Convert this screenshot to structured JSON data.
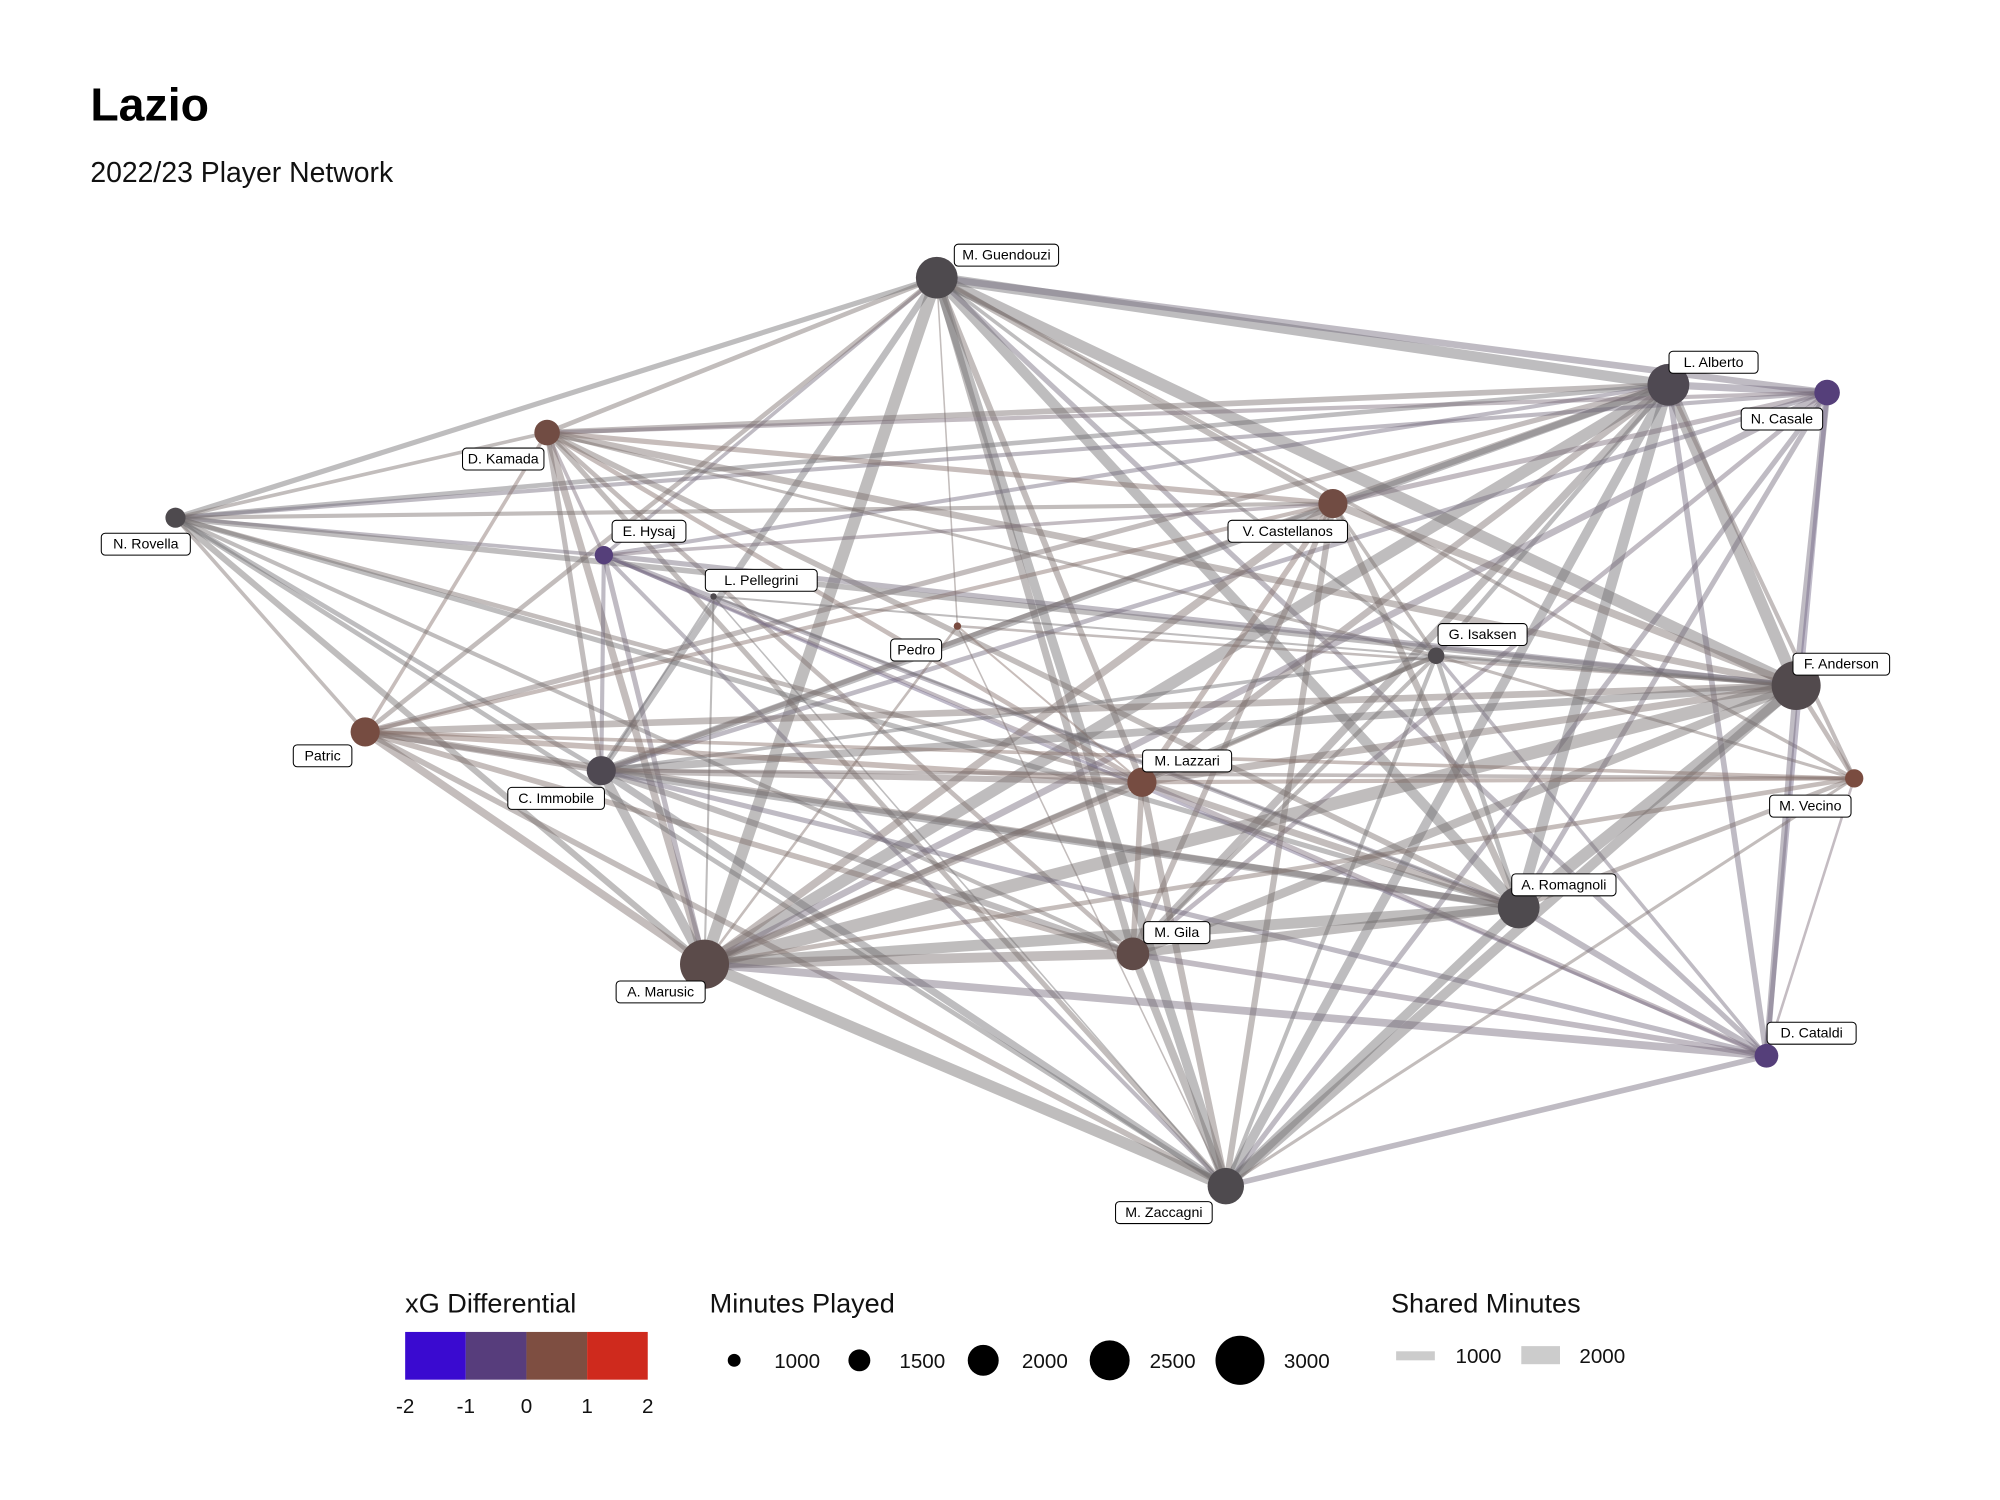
{
  "title": "Lazio",
  "subtitle": "2022/23 Player Network",
  "nodes": [
    {
      "name": "M. Guendouzi",
      "minutes": 2600,
      "xg_diff": 0.0
    },
    {
      "name": "L. Alberto",
      "minutes": 2600,
      "xg_diff": -0.1
    },
    {
      "name": "N. Casale",
      "minutes": 1700,
      "xg_diff": -1.0
    },
    {
      "name": "D. Kamada",
      "minutes": 1700,
      "xg_diff": 0.8
    },
    {
      "name": "N. Rovella",
      "minutes": 1400,
      "xg_diff": 0.0
    },
    {
      "name": "E. Hysaj",
      "minutes": 1300,
      "xg_diff": -1.0
    },
    {
      "name": "L. Pellegrini",
      "minutes": 400,
      "xg_diff": 0.0
    },
    {
      "name": "Pedro",
      "minutes": 700,
      "xg_diff": 1.0
    },
    {
      "name": "V. Castellanos",
      "minutes": 1900,
      "xg_diff": 0.8
    },
    {
      "name": "G. Isaksen",
      "minutes": 1200,
      "xg_diff": 0.0
    },
    {
      "name": "F. Anderson",
      "minutes": 3000,
      "xg_diff": 0.1
    },
    {
      "name": "Patric",
      "minutes": 1900,
      "xg_diff": 0.9
    },
    {
      "name": "C. Immobile",
      "minutes": 1900,
      "xg_diff": -0.1
    },
    {
      "name": "M. Lazzari",
      "minutes": 1900,
      "xg_diff": 0.9
    },
    {
      "name": "M. Vecino",
      "minutes": 1300,
      "xg_diff": 1.0
    },
    {
      "name": "A. Romagnoli",
      "minutes": 2600,
      "xg_diff": 0.0
    },
    {
      "name": "M. Gila",
      "minutes": 2100,
      "xg_diff": 0.4
    },
    {
      "name": "A. Marusic",
      "minutes": 3000,
      "xg_diff": 0.3
    },
    {
      "name": "D. Cataldi",
      "minutes": 1600,
      "xg_diff": -1.0
    },
    {
      "name": "M. Zaccagni",
      "minutes": 2300,
      "xg_diff": 0.0
    }
  ],
  "edges": [
    [
      0,
      1,
      2000
    ],
    [
      0,
      2,
      1300
    ],
    [
      0,
      3,
      900
    ],
    [
      0,
      4,
      1000
    ],
    [
      0,
      5,
      700
    ],
    [
      0,
      8,
      1200
    ],
    [
      0,
      10,
      2300
    ],
    [
      0,
      11,
      900
    ],
    [
      0,
      12,
      1300
    ],
    [
      0,
      13,
      1200
    ],
    [
      0,
      15,
      2000
    ],
    [
      0,
      16,
      1400
    ],
    [
      0,
      17,
      2300
    ],
    [
      0,
      18,
      1000
    ],
    [
      0,
      19,
      1800
    ],
    [
      0,
      9,
      700
    ],
    [
      0,
      14,
      700
    ],
    [
      0,
      7,
      300
    ],
    [
      1,
      2,
      1400
    ],
    [
      1,
      3,
      1100
    ],
    [
      1,
      4,
      900
    ],
    [
      1,
      5,
      800
    ],
    [
      1,
      8,
      1400
    ],
    [
      1,
      9,
      900
    ],
    [
      1,
      10,
      2300
    ],
    [
      1,
      11,
      1000
    ],
    [
      1,
      12,
      1400
    ],
    [
      1,
      13,
      1300
    ],
    [
      1,
      14,
      800
    ],
    [
      1,
      15,
      2100
    ],
    [
      1,
      16,
      1500
    ],
    [
      1,
      17,
      2300
    ],
    [
      1,
      18,
      1100
    ],
    [
      1,
      19,
      1800
    ],
    [
      2,
      3,
      800
    ],
    [
      2,
      4,
      800
    ],
    [
      2,
      8,
      1000
    ],
    [
      2,
      10,
      1300
    ],
    [
      2,
      12,
      900
    ],
    [
      2,
      15,
      1000
    ],
    [
      2,
      17,
      1300
    ],
    [
      2,
      18,
      900
    ],
    [
      2,
      19,
      1000
    ],
    [
      2,
      16,
      900
    ],
    [
      3,
      4,
      700
    ],
    [
      3,
      5,
      700
    ],
    [
      3,
      8,
      1000
    ],
    [
      3,
      9,
      600
    ],
    [
      3,
      10,
      1300
    ],
    [
      3,
      11,
      700
    ],
    [
      3,
      12,
      1000
    ],
    [
      3,
      13,
      900
    ],
    [
      3,
      15,
      1100
    ],
    [
      3,
      16,
      900
    ],
    [
      3,
      17,
      1400
    ],
    [
      3,
      19,
      1000
    ],
    [
      4,
      5,
      700
    ],
    [
      4,
      8,
      800
    ],
    [
      4,
      10,
      1100
    ],
    [
      4,
      11,
      700
    ],
    [
      4,
      12,
      900
    ],
    [
      4,
      13,
      900
    ],
    [
      4,
      15,
      1000
    ],
    [
      4,
      16,
      800
    ],
    [
      4,
      17,
      1200
    ],
    [
      4,
      19,
      900
    ],
    [
      5,
      8,
      700
    ],
    [
      5,
      10,
      1000
    ],
    [
      5,
      12,
      800
    ],
    [
      5,
      13,
      700
    ],
    [
      5,
      15,
      900
    ],
    [
      5,
      17,
      1000
    ],
    [
      5,
      18,
      600
    ],
    [
      5,
      19,
      800
    ],
    [
      6,
      12,
      400
    ],
    [
      6,
      17,
      400
    ],
    [
      6,
      10,
      400
    ],
    [
      6,
      15,
      400
    ],
    [
      6,
      19,
      300
    ],
    [
      7,
      13,
      400
    ],
    [
      7,
      17,
      500
    ],
    [
      7,
      19,
      300
    ],
    [
      7,
      10,
      500
    ],
    [
      8,
      9,
      700
    ],
    [
      8,
      10,
      1500
    ],
    [
      8,
      12,
      900
    ],
    [
      8,
      13,
      1100
    ],
    [
      8,
      15,
      1300
    ],
    [
      8,
      16,
      1100
    ],
    [
      8,
      17,
      1500
    ],
    [
      8,
      19,
      1200
    ],
    [
      8,
      11,
      800
    ],
    [
      9,
      10,
      900
    ],
    [
      9,
      12,
      700
    ],
    [
      9,
      13,
      800
    ],
    [
      9,
      15,
      900
    ],
    [
      9,
      16,
      800
    ],
    [
      9,
      17,
      1000
    ],
    [
      9,
      19,
      800
    ],
    [
      9,
      14,
      600
    ],
    [
      9,
      18,
      700
    ],
    [
      10,
      11,
      1300
    ],
    [
      10,
      12,
      1500
    ],
    [
      10,
      13,
      1400
    ],
    [
      10,
      14,
      900
    ],
    [
      10,
      15,
      2300
    ],
    [
      10,
      16,
      1700
    ],
    [
      10,
      17,
      2500
    ],
    [
      10,
      18,
      1200
    ],
    [
      10,
      19,
      1900
    ],
    [
      11,
      12,
      1100
    ],
    [
      11,
      13,
      1100
    ],
    [
      11,
      15,
      1200
    ],
    [
      11,
      16,
      1100
    ],
    [
      11,
      17,
      1500
    ],
    [
      11,
      19,
      1100
    ],
    [
      11,
      14,
      700
    ],
    [
      12,
      13,
      1200
    ],
    [
      12,
      15,
      1400
    ],
    [
      12,
      16,
      1200
    ],
    [
      12,
      17,
      1800
    ],
    [
      12,
      18,
      1000
    ],
    [
      12,
      19,
      1400
    ],
    [
      12,
      14,
      700
    ],
    [
      13,
      14,
      800
    ],
    [
      13,
      15,
      1300
    ],
    [
      13,
      16,
      1100
    ],
    [
      13,
      17,
      1500
    ],
    [
      13,
      18,
      1000
    ],
    [
      13,
      19,
      1300
    ],
    [
      14,
      15,
      900
    ],
    [
      14,
      17,
      900
    ],
    [
      14,
      18,
      500
    ],
    [
      14,
      19,
      600
    ],
    [
      15,
      16,
      1700
    ],
    [
      15,
      17,
      2100
    ],
    [
      15,
      18,
      1200
    ],
    [
      15,
      19,
      1800
    ],
    [
      16,
      17,
      1900
    ],
    [
      16,
      18,
      1100
    ],
    [
      16,
      19,
      1500
    ],
    [
      17,
      18,
      1500
    ],
    [
      17,
      19,
      2200
    ],
    [
      18,
      19,
      1100
    ]
  ],
  "legend": {
    "xg": {
      "title": "xG Differential",
      "ticks": [
        "-2",
        "-1",
        "0",
        "1",
        "2"
      ],
      "colors": [
        "#3a0ad0",
        "#573d7c",
        "#7e4e41",
        "#cf2a1d"
      ]
    },
    "minutes": {
      "title": "Minutes Played",
      "values": [
        1000,
        1500,
        2000,
        2500,
        3000
      ],
      "labels": [
        "1000",
        "1500",
        "2000",
        "2500",
        "3000"
      ]
    },
    "shared": {
      "title": "Shared Minutes",
      "values": [
        1000,
        2000
      ],
      "labels": [
        "1000",
        "2000"
      ]
    }
  }
}
